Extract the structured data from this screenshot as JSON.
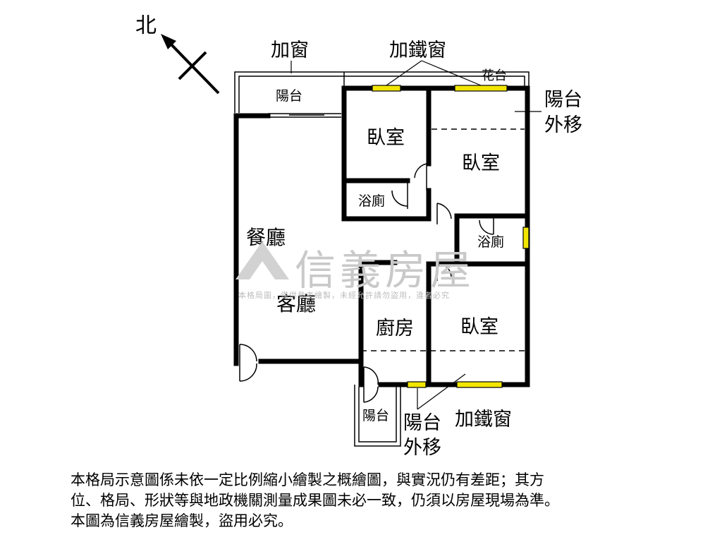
{
  "compass": {
    "label": "北"
  },
  "watermark": {
    "brand": "信義房屋",
    "notice": "本格局圖，僅供參考繪製，未經允許請勿盜用，違者必究"
  },
  "rooms": {
    "balcony_top": "陽台",
    "bedroom_top": "臥室",
    "bedroom_right": "臥室",
    "bath_left": "浴廁",
    "bath_right": "浴廁",
    "dining": "餐廳",
    "living": "客廳",
    "kitchen": "廚房",
    "bedroom_bottom": "臥室",
    "balcony_bottom": "陽台"
  },
  "annotations": {
    "window_add": "加窗",
    "iron_window_top": "加鐵窗",
    "planter": "花台",
    "balcony_move_right_1": "陽台",
    "balcony_move_right_2": "外移",
    "balcony_move_bottom_1": "陽台",
    "balcony_move_bottom_2": "外移",
    "iron_window_bottom": "加鐵窗"
  },
  "disclaimer": [
    "本格局示意圖係未依一定比例縮小繪製之概繪圖，與實況仍有差距；其方",
    "位、格局、形狀等與地政機關測量成果圖未必一致，仍須以房屋現場為準。",
    "本圖為信義房屋繪製，盜用必究。"
  ],
  "colors": {
    "wall": "#000000",
    "window": "#f2e600",
    "watermark": "#c9c9c9"
  }
}
